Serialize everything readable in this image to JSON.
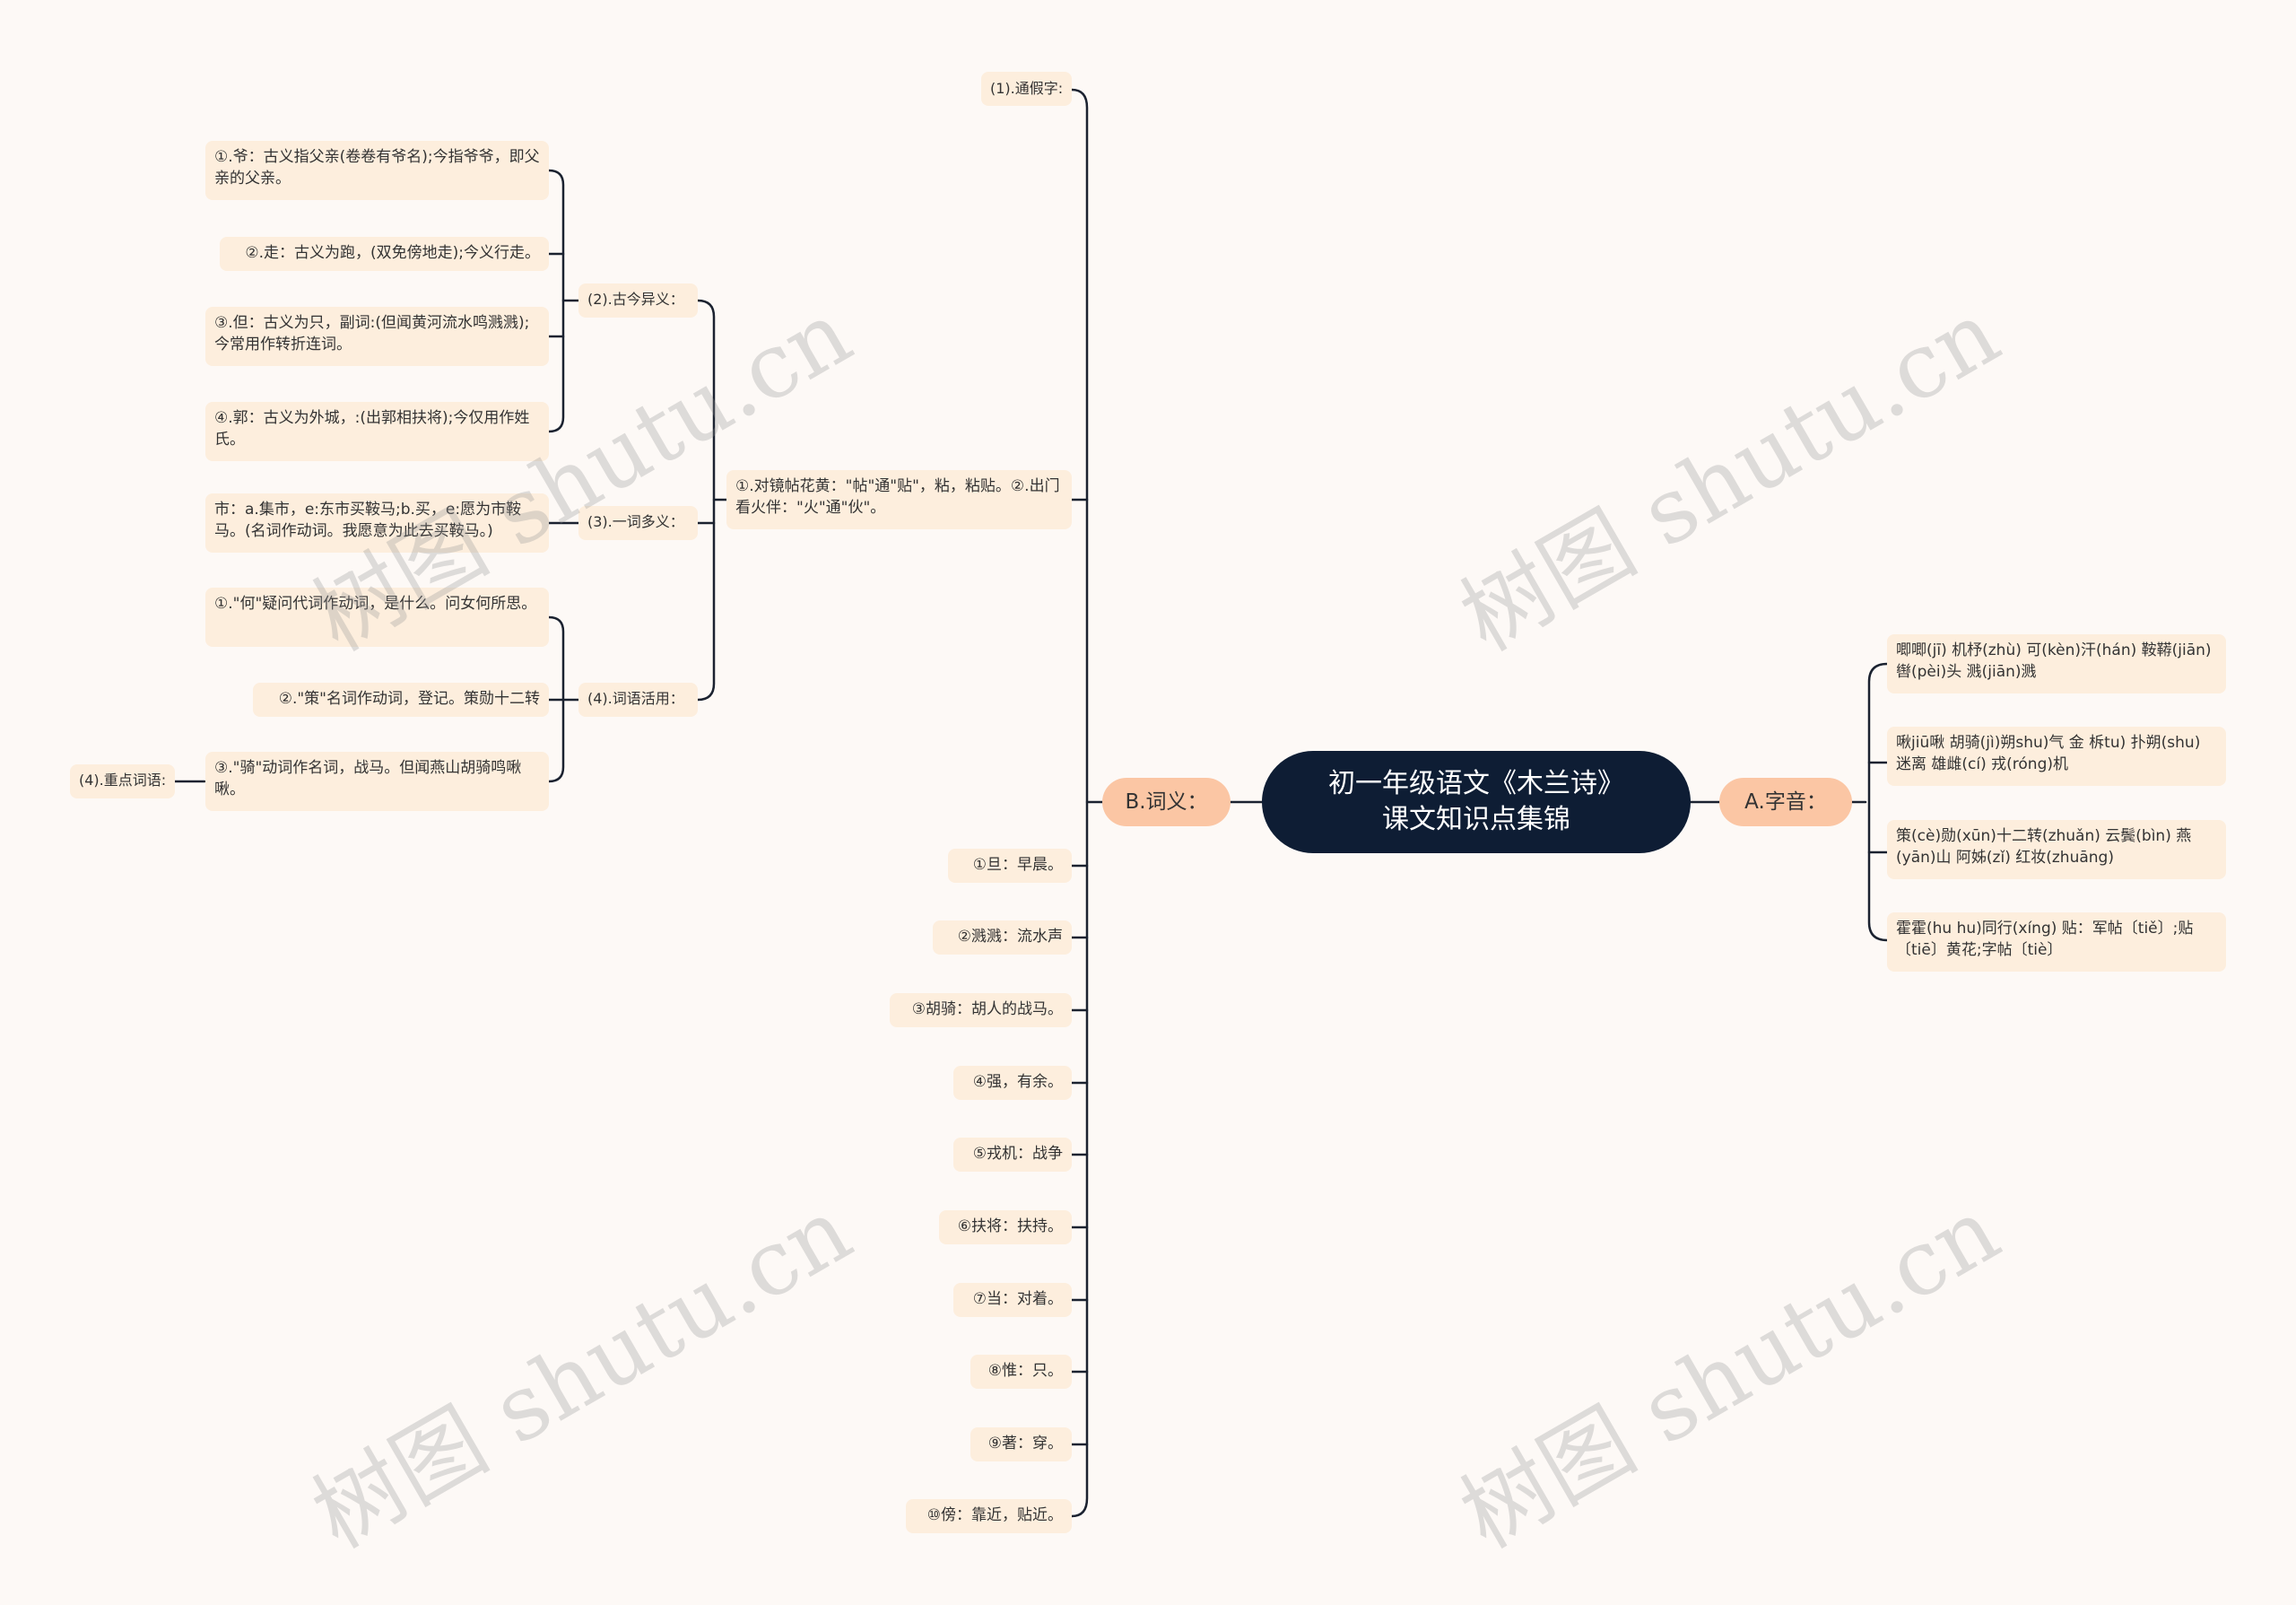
{
  "root": {
    "line1": "初一年级语文《木兰诗》",
    "line2": "课文知识点集锦"
  },
  "branches": {
    "right": "A.字音：",
    "left": "B.词义："
  },
  "pronunciation": [
    "唧唧(jī) 机杼(zhù) 可(kèn)汗(hán) 鞍鞯(jiān) 辔(pèi)头 溅(jiān)溅",
    "啾jiū啾 胡骑(jì)朔shu)气 金 柝tu) 扑朔(shu) 迷离 雄雌(cí) 戎(róng)机",
    "策(cè)勋(xūn)十二转(zhuǎn) 云鬓(bìn) 燕(yān)山 阿姊(zǐ) 红妆(zhuāng)",
    "霍霍(hu hu)同行(xíng) 贴：军帖〔tiě〕;贴〔tiē〕黄花;字帖〔tiè〕"
  ],
  "meanings": [
    "(1).通假字:",
    "①.对镜帖花黄：\"帖\"通\"贴\"，粘，粘贴。②.出门看火伴：\"火\"通\"伙\"。",
    "①旦：早晨。",
    "②溅溅：流水声",
    "③胡骑：胡人的战马。",
    "④强，有余。",
    "⑤戎机：战争",
    "⑥扶将：扶持。",
    "⑦当：对着。",
    "⑧惟：只。",
    "⑨著：穿。",
    "⑩傍：靠近，贴近。"
  ],
  "categories": {
    "ancient_modern": "(2).古今异义：",
    "polysemy": "(3).一词多义：",
    "usage": "(4).词语活用：",
    "key_words": "(4).重点词语:"
  },
  "ancient_modern_items": [
    "①.爷：古义指父亲(卷卷有爷名);今指爷爷，即父亲的父亲。",
    "②.走：古义为跑，(双免傍地走);今义行走。",
    "③.但：古义为只，副词:(但闻黄河流水鸣溅溅);今常用作转折连词。",
    "④.郭：古义为外城，:(出郭相扶将);今仅用作姓氏。"
  ],
  "polysemy_items": [
    "市：a.集市，e:东市买鞍马;b.买，e:愿为市鞍马。(名词作动词。我愿意为此去买鞍马。)"
  ],
  "usage_items": [
    "①.\"何\"疑问代词作动词，是什么。问女何所思。",
    "②.\"策\"名词作动词，登记。策勋十二转",
    "③.\"骑\"动词作名词，战马。但闻燕山胡骑鸣啾啾。"
  ],
  "watermark": "树图 shutu.cn",
  "colors": {
    "background": "#fdf9f6",
    "root_fill": "#0e1d34",
    "branch_fill": "#fbc6a4",
    "leaf_fill": "#fdeedd",
    "line": "#1b2230"
  }
}
